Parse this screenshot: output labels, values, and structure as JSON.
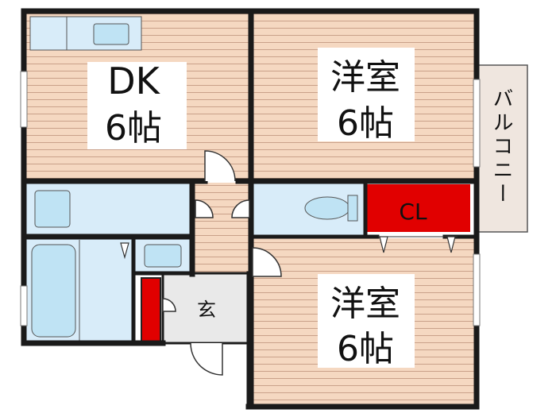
{
  "rooms": {
    "dk": {
      "line1": "DK",
      "line2": "6帖"
    },
    "western_top": {
      "line1": "洋室",
      "line2": "6帖"
    },
    "western_bottom": {
      "line1": "洋室",
      "line2": "6帖"
    },
    "closet": {
      "label": "CL"
    },
    "entrance": {
      "label": "玄"
    },
    "balcony": {
      "label": "バルコニー"
    }
  },
  "colors": {
    "wall": "#1a1a1a",
    "wood_floor": "#f5d8c1",
    "wood_line": "#c9a18a",
    "tile": "#d8ecf9",
    "fixture": "#bfe3f4",
    "closet": "#e10000",
    "balcony": "#efe6df",
    "entrance": "#e9e9e9"
  }
}
